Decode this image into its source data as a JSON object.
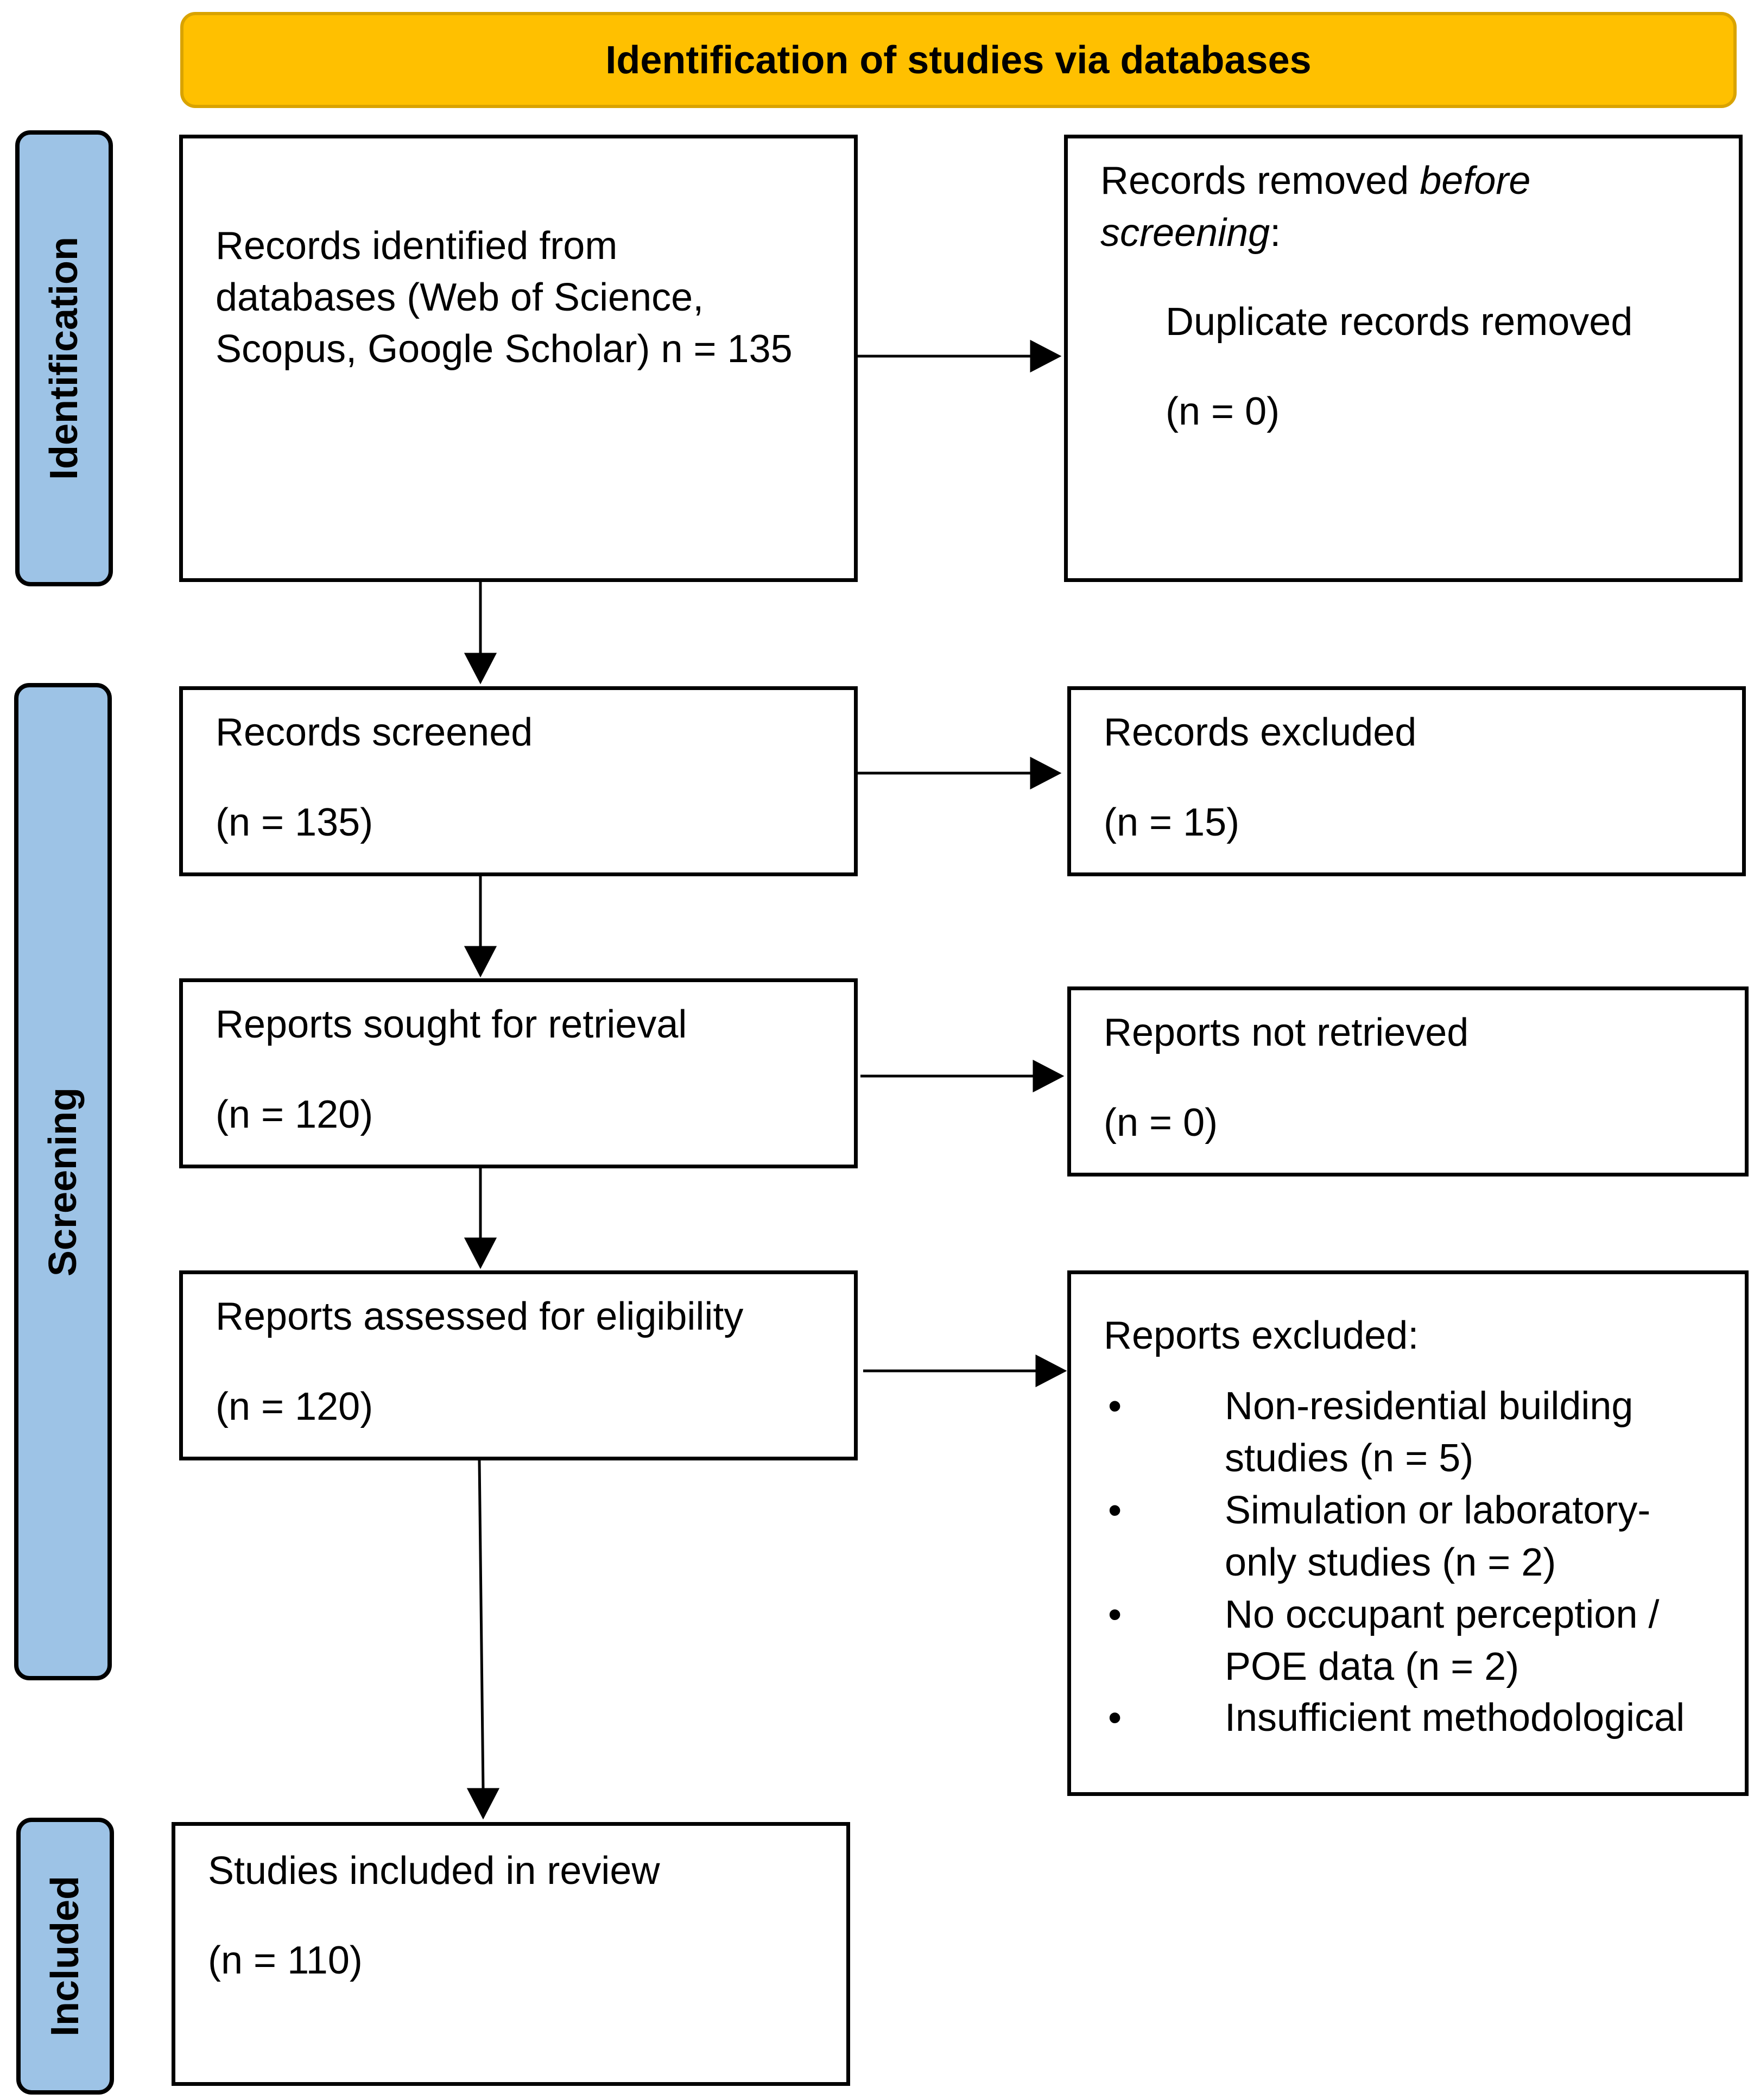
{
  "header": {
    "title": "Identification of studies via databases"
  },
  "phases": {
    "identification": "Identification",
    "screening": "Screening",
    "included": "Included"
  },
  "boxes": {
    "identified": {
      "line1": "Records identified from",
      "line2": "databases (Web of Science,",
      "line3": "Scopus, Google Scholar) n = 135"
    },
    "removed": {
      "line1_prefix": "Records removed ",
      "line1_italic": "before",
      "line2_italic": "screening",
      "line2_suffix": ":",
      "item": "Duplicate records removed",
      "count": "(n = 0)"
    },
    "screened": {
      "label": "Records screened",
      "count": "(n = 135)"
    },
    "excluded": {
      "label": "Records excluded",
      "count": "(n = 15)"
    },
    "sought": {
      "label": "Reports sought for retrieval",
      "count": "(n = 120)"
    },
    "not_retrieved": {
      "label": "Reports not retrieved",
      "count": "(n = 0)"
    },
    "assessed": {
      "label": "Reports assessed for eligibility",
      "count": "(n = 120)"
    },
    "reports_excluded": {
      "label": "Reports excluded:",
      "bullet": "•",
      "items": [
        {
          "l1": "Non-residential building",
          "l2": "studies (n = 5)"
        },
        {
          "l1": "Simulation or laboratory-",
          "l2": "only studies (n = 2)"
        },
        {
          "l1": "No occupant perception /",
          "l2": "POE data (n = 2)"
        },
        {
          "l1": "Insufficient methodological",
          "l2": ""
        }
      ]
    },
    "included": {
      "label": "Studies included in review",
      "count": "(n = 110)"
    }
  }
}
